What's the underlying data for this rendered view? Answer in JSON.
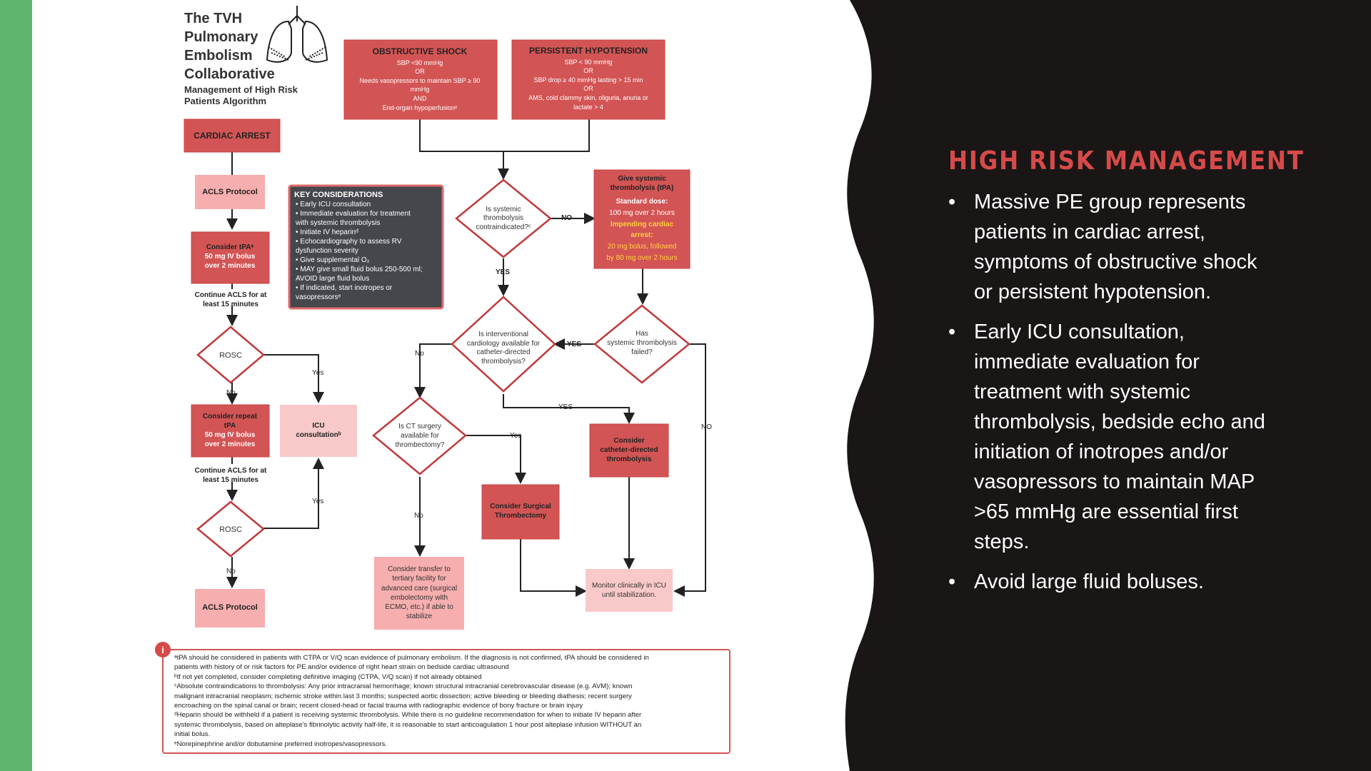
{
  "logo": {
    "title_lines": [
      "The TVH",
      "Pulmonary",
      "Embolism",
      "Collaborative"
    ],
    "subtitle_lines": [
      "Management of High Risk",
      "Patients Algorithm"
    ]
  },
  "nodes": {
    "obstructive_shock": {
      "title": "OBSTRUCTIVE SHOCK",
      "lines": [
        "SBP <90 mmHg",
        "OR",
        "Needs vasopressors to maintain SBP ≥ 90",
        "mmHg",
        "AND",
        "End-organ hypoperfusionᵉ"
      ]
    },
    "persistent_hypotension": {
      "title": "PERSISTENT HYPOTENSION",
      "lines": [
        "SBP < 90 mmHg",
        "OR",
        "SBP drop ≥ 40 mmHg lasting > 15 min",
        "OR",
        "AMS, cold clammy skin, oliguria, anuria or",
        "lactate > 4"
      ]
    },
    "cardiac_arrest": "CARDIAC ARREST",
    "acls_1": "ACLS Protocol",
    "consider_tpa": [
      "Consider tPAᵃ",
      "50 mg IV bolus",
      "over 2 minutes"
    ],
    "continue_acls_1": [
      "Continue ACLS for at",
      "least 15 minutes"
    ],
    "rosc_1": "ROSC",
    "consider_repeat_tpa": [
      "Consider repeat",
      "tPA",
      "50 mg IV bolus",
      "over 2 minutes"
    ],
    "continue_acls_2": [
      "Continue ACLS for at",
      "least 15 minutes"
    ],
    "rosc_2": "ROSC",
    "acls_2": "ACLS Protocol",
    "icu_consultation": [
      "ICU",
      "consultationᵇ"
    ],
    "key_considerations": {
      "title": "KEY CONSIDERATIONS",
      "lines": [
        "• Early ICU consultation",
        "• Immediate evaluation for treatment",
        "   with systemic thrombolysis",
        "• Initiate IV heparinᵈ",
        "• Echocardiography to assess RV",
        "   dysfunction severity",
        "• Give supplemental O₂",
        "• MAY give small fluid bolus 250-500 ml;",
        "   AVOID large fluid bolus",
        "• If indicated, start inotropes or",
        "   vasopressorsᵉ"
      ]
    },
    "thrombolysis_contraindicated": [
      "Is systemic",
      "thrombolysis",
      "contraindicated?ᶜ"
    ],
    "give_systemic": {
      "title_lines": [
        "Give systemic",
        "thrombolysis (tPA)"
      ],
      "std_label": "Standard dose:",
      "std_dose": "100 mg over 2 hours",
      "impending_lines": [
        "Impending cardiac",
        "arrest:"
      ],
      "impending_dose_lines": [
        "20 mg bolus, followed",
        "by 80 mg over 2 hours"
      ]
    },
    "interventional_cardiology": [
      "Is interventional",
      "cardiology available for",
      "catheter-directed",
      "thrombolysis?"
    ],
    "thrombolysis_failed": [
      "Has",
      "systemic thrombolysis",
      "failed?"
    ],
    "ct_surgery": [
      "Is CT surgery",
      "available for",
      "thrombectomy?"
    ],
    "catheter_directed": [
      "Consider",
      "catheter-directed",
      "thrombolysis"
    ],
    "surgical_thrombectomy": [
      "Consider Surgical",
      "Thrombectomy"
    ],
    "transfer": [
      "Consider transfer to",
      "tertiary facility for",
      "advanced care (surgical",
      "embolectomy with",
      "ECMO, etc.) if able to",
      "stabilize"
    ],
    "monitor": [
      "Monitor clinically in ICU",
      "until stabilization."
    ]
  },
  "edge_labels": {
    "no": "NO",
    "yes": "YES",
    "No": "No",
    "Yes": "Yes"
  },
  "footnotes": [
    "ᵃtPA should be considered in patients with CTPA or V/Q scan evidence of pulmonary embolism. If the diagnosis is not confirmed, tPA should be considered in",
    "patients with history of or risk factors for PE and/or evidence of right heart strain on bedside cardiac ultrasound",
    "ᵇIf not yet completed, consider completing definitive imaging (CTPA, V/Q scan) if not already obtained",
    "ᶜAbsolute contraindications to thrombolysis: Any prior intracranial hemorrhage; known structural intracranial cerebrovascular disease (e.g. AVM); known",
    "malignant intracranial neoplasm; ischemic stroke within last 3 months; suspected aortic dissection; active bleeding or bleeding diathesis; recent surgery",
    "encroaching on the spinal canal or brain; recent closed-head or facial trauma with radiographic evidence of bony fracture or brain injury",
    "ᵈHeparin should be withheld if a patient is receiving systemic thrombolysis. While there is no guideline recommendation for when to initiate IV heparin after",
    "systemic thrombolysis, based on alteplase's fibrinolytic activity half-life, it is reasonable to start anticoagulation 1 hour post alteplase infusion WITHOUT an",
    "initial bolus.",
    "ᵉNorepinephrine and/or dobutamine preferred inotropes/vasopressors."
  ],
  "info_icon": "i",
  "panel": {
    "heading": "HIGH RISK MANAGEMENT",
    "bullets": [
      "Massive PE group represents patients in cardiac arrest, symptoms of obstructive shock or persistent hypotension.",
      "Early ICU consultation, immediate evaluation for treatment with systemic thrombolysis, bedside echo and initiation of inotropes and/or vasopressors to maintain MAP >65 mmHg are essential first steps.",
      "Avoid large fluid boluses."
    ]
  },
  "colors": {
    "accent": "#d64a4a",
    "dark": "#1a1616",
    "green": "#5fb56e",
    "node_red": "#d35454",
    "node_pink": "#f6aeae",
    "node_light": "#f9c9c9",
    "key_bg": "#46474d"
  }
}
